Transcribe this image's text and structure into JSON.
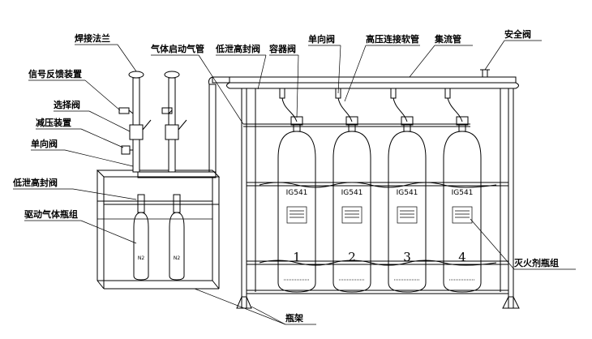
{
  "labels": {
    "weld_flange": "焊接法兰",
    "signal_feedback": "信号反馈装置",
    "selector_valve": "选择阀",
    "pressure_reducer": "减压装置",
    "check_valve_left": "单向阀",
    "low_leak_high_seal_left": "低泄高封阀",
    "drive_gas_bottles": "驱动气体瓶组",
    "gas_start_pipe": "气体启动气管",
    "low_leak_high_seal_top": "低泄高封阀",
    "container_valve": "容器阀",
    "check_valve_top": "单向阀",
    "hp_hose": "高压连接软管",
    "manifold": "集流管",
    "safety_valve": "安全阀",
    "extinguisher_bottles": "灭火剂瓶组",
    "rack": "瓶架"
  },
  "cylinders": [
    {
      "agent": "IG541",
      "number": "1"
    },
    {
      "agent": "IG541",
      "number": "2"
    },
    {
      "agent": "IG541",
      "number": "3"
    },
    {
      "agent": "IG541",
      "number": "4"
    }
  ],
  "drive_bottles": [
    {
      "gas": "N2"
    },
    {
      "gas": "N2"
    }
  ]
}
